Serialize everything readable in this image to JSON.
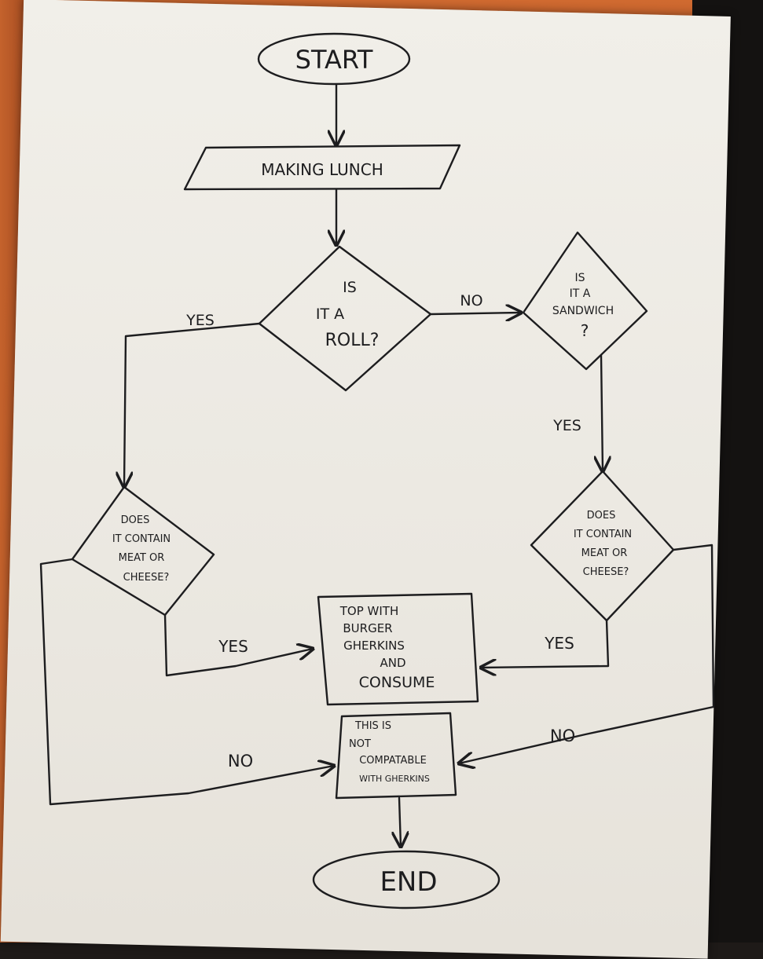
{
  "flowchart": {
    "start": "START",
    "making_lunch": "MAKING LUNCH",
    "is_it_a_roll": [
      "IS",
      "IT  A",
      "ROLL?"
    ],
    "is_it_a_sandwich": [
      "IS",
      "IT A",
      "SANDWICH",
      "?"
    ],
    "roll_meat_cheese": [
      "DOES",
      "IT CONTAIN",
      "MEAT OR",
      "CHEESE?"
    ],
    "sandwich_meat_cheese": [
      "DOES",
      "IT CONTAIN",
      "MEAT OR",
      "CHEESE?"
    ],
    "top_with": [
      "TOP WITH",
      "BURGER",
      "GHERKINS",
      "AND",
      "CONSUME"
    ],
    "not_compatible": [
      "THIS IS",
      "NOT",
      "COMPATABLE",
      "WITH GHERKINS"
    ],
    "end": "END",
    "labels": {
      "roll_yes": "YES",
      "roll_no": "NO",
      "sandwich_yes": "YES",
      "roll_meat_yes": "YES",
      "sandwich_meat_yes": "YES",
      "roll_meat_no": "NO",
      "sandwich_meat_no": "NO"
    }
  }
}
